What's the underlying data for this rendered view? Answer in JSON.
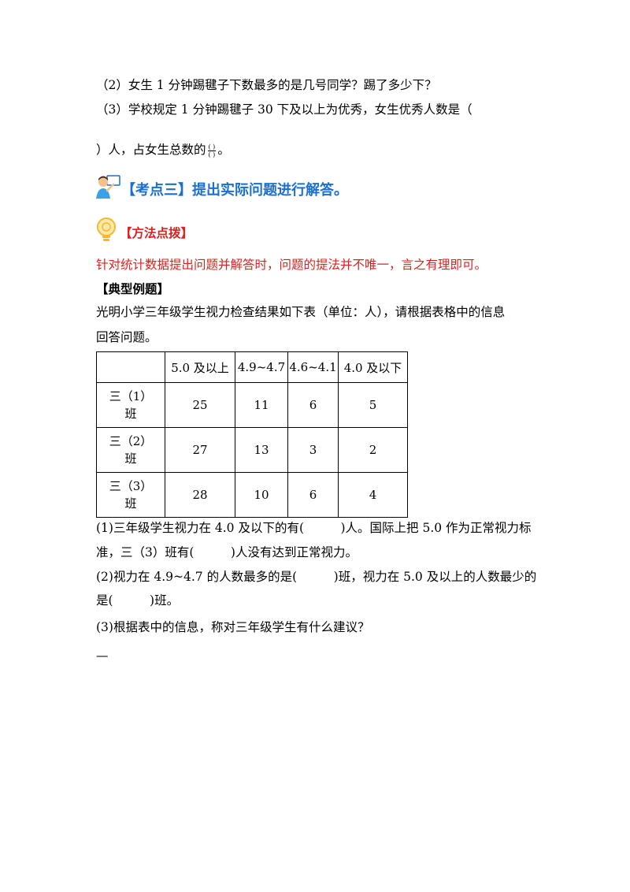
{
  "q2_line": "（2）女生 1 分钟踢毽子下数最多的是几号同学？踢了多少下？",
  "q3_line1": "（3）学校规定 1 分钟踢毽子 30 下及以上为优秀，女生优秀人数是（",
  "q3_line2_pre": "）人，占女生总数的",
  "q3_frac_num": "( )",
  "q3_frac_den": "( )",
  "q3_line2_post": "。",
  "kaodian_title": "【考点三】提出实际问题进行解答。",
  "fangfa_title": "【方法点拨】",
  "method_text": "针对统计数据提出问题并解答时，问题的提法并不唯一，言之有理即可。",
  "example_title": "【典型例题】",
  "example_intro_1": "光明小学三年级学生视力检查结果如下表（单位：人），请根据表格中的信息",
  "example_intro_2": "回答问题。",
  "table": {
    "headers": [
      "",
      "5.0 及以上",
      "4.9~4.7",
      "4.6~4.1",
      "4.0 及以下"
    ],
    "rows": [
      {
        "label_a": "三（1）",
        "label_b": "班",
        "values": [
          "25",
          "11",
          "6",
          "5"
        ]
      },
      {
        "label_a": "三（2）",
        "label_b": "班",
        "values": [
          "27",
          "13",
          "3",
          "2"
        ]
      },
      {
        "label_a": "三（3）",
        "label_b": "班",
        "values": [
          "28",
          "10",
          "6",
          "4"
        ]
      }
    ]
  },
  "ans1_line1": "(1)三年级学生视力在 4.0 及以下的有(　　　)人。国际上把 5.0 作为正常视力标",
  "ans1_line2": "准，三（3）班有(　　　)人没有达到正常视力。",
  "ans2_line1": "(2)视力在 4.9~4.7 的人数最多的是(　　　)班，视力在 5.0 及以上的人数最少的",
  "ans2_line2": "是(　　　)班。",
  "ans3_line1": "(3)根据表中的信息，称对三年级学生有什么建议？",
  "ans3_blank": "—",
  "colors": {
    "blue": "#1a6fd1",
    "red": "#e02020"
  },
  "icons": {
    "teacher": "teacher-icon",
    "bulb": "lightbulb-icon"
  }
}
